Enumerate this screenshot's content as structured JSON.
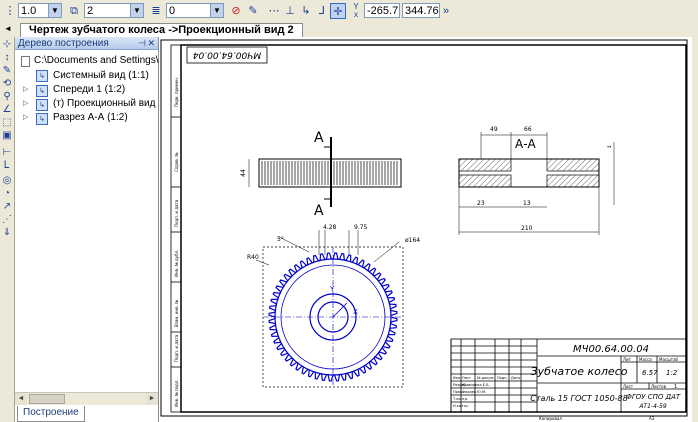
{
  "toolbar": {
    "line_scale": "1.0",
    "line_style": "2",
    "layer": "0",
    "coord_x_label": "Y",
    "coord_y_label": "x",
    "coord_x": "-265.7",
    "coord_y": "344.76"
  },
  "tab": {
    "title": "Чертеж зубчатого колеса ->Проекционный вид 2"
  },
  "tree_panel": {
    "title": "Дерево построения",
    "root": "C:\\Documents and Settings\\1\\М",
    "items": [
      {
        "label": "Системный вид (1:1)",
        "has_expander": false
      },
      {
        "label": "Спереди 1 (1:2)",
        "has_expander": true
      },
      {
        "label": "(т) Проекционный вид 2 (",
        "has_expander": true
      },
      {
        "label": "Разрез А-А (1:2)",
        "has_expander": true
      }
    ],
    "bottom_tab": "Построение"
  },
  "drawing": {
    "stamp_top": "МЧ00.64.00.04",
    "doc_code": "МЧ00.64.00.04",
    "part_name": "Зубчатое колесо",
    "material": "Сталь 15  ГОСТ 1050-88",
    "org_line1": "ФГОУ СПО ДАТ",
    "org_line2": "АТ1-4-59",
    "lit": "Лит",
    "mass_label": "Масса",
    "scale_label": "Масштаб",
    "mass": "6.57",
    "scale": "1:2",
    "sheet_label": "Лист",
    "sheets_label": "Листов",
    "sheets": "1",
    "copied": "Копировал",
    "format": "А3",
    "section_label": "А-А",
    "section_letter": "А",
    "dims": {
      "d44": "44",
      "d49": "49",
      "d66": "66",
      "d23": "23",
      "d13": "13",
      "d210": "210",
      "d428": "4.28",
      "d975": "9.75",
      "d164": "ø164",
      "d40": "R40",
      "angle": "5°",
      "ax_y": "Y",
      "ax_x": "X"
    },
    "rows": [
      "Изм.",
      "Лист",
      "№ докум.",
      "Подп.",
      "Дата"
    ],
    "signers": [
      {
        "role": "Разраб.",
        "name": "Кравченко Е.Б."
      },
      {
        "role": "Пров.",
        "name": "Федаев Ю.М."
      },
      {
        "role": "Т.контр.",
        "name": ""
      },
      {
        "role": "Н.контр.",
        "name": ""
      },
      {
        "role": "Утв.",
        "name": ""
      }
    ],
    "side_labels": [
      "Перв. примен.",
      "Справ. №",
      "Подп. и дата",
      "Инв. № дубл.",
      "Взам. инв. №",
      "Подп. и дата",
      "Инв. № подл."
    ]
  },
  "colors": {
    "drawing_line": "#0000cc",
    "frame": "#000000",
    "panel_header": "#b6cbea"
  }
}
